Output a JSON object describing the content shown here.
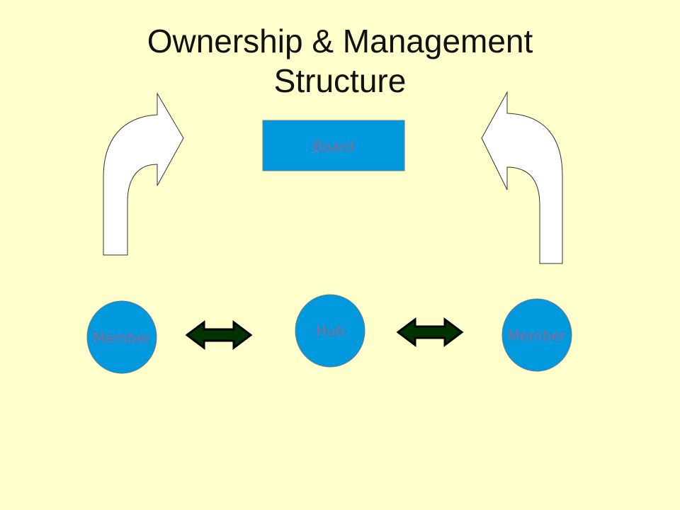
{
  "colors": {
    "background": "#FFFFCC",
    "node_fill": "#0099DD",
    "node_label": "#8A6A9A",
    "node_stroke": "#6A7A8A",
    "arrow_fill": "#FFFFFF",
    "arrow_stroke": "#333333",
    "connector": "#000000",
    "connector_body": "#003300"
  },
  "title": {
    "line1": "Ownership & Management",
    "line2": "Structure"
  },
  "nodes": {
    "board": "Board",
    "hub": "Hub",
    "member_left": "Member",
    "member_right": "Member"
  },
  "icons": {
    "left_arrow": "curved-up-right-arrow-icon",
    "right_arrow": "curved-up-left-arrow-icon",
    "connectors": "double-headed-arrow-icon"
  }
}
